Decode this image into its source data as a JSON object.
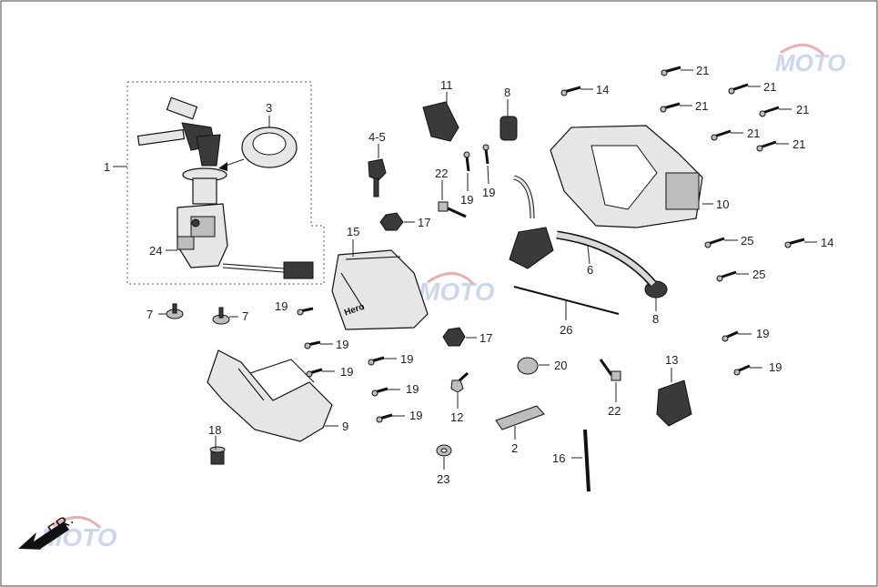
{
  "labels": [
    {
      "id": "1",
      "text": "1"
    },
    {
      "id": "2",
      "text": "2"
    },
    {
      "id": "3",
      "text": "3"
    },
    {
      "id": "4-5",
      "text": "4-5"
    },
    {
      "id": "6",
      "text": "6"
    },
    {
      "id": "7a",
      "text": "7"
    },
    {
      "id": "7b",
      "text": "7"
    },
    {
      "id": "8a",
      "text": "8"
    },
    {
      "id": "8b",
      "text": "8"
    },
    {
      "id": "9",
      "text": "9"
    },
    {
      "id": "10",
      "text": "10"
    },
    {
      "id": "11",
      "text": "11"
    },
    {
      "id": "12",
      "text": "12"
    },
    {
      "id": "13",
      "text": "13"
    },
    {
      "id": "14a",
      "text": "14"
    },
    {
      "id": "14b",
      "text": "14"
    },
    {
      "id": "15",
      "text": "15"
    },
    {
      "id": "16",
      "text": "16"
    },
    {
      "id": "17a",
      "text": "17"
    },
    {
      "id": "17b",
      "text": "17"
    },
    {
      "id": "18",
      "text": "18"
    },
    {
      "id": "19a",
      "text": "19"
    },
    {
      "id": "19b",
      "text": "19"
    },
    {
      "id": "19c",
      "text": "19"
    },
    {
      "id": "19d",
      "text": "19"
    },
    {
      "id": "19e",
      "text": "19"
    },
    {
      "id": "19f",
      "text": "19"
    },
    {
      "id": "19g",
      "text": "19"
    },
    {
      "id": "19h",
      "text": "19"
    },
    {
      "id": "19i",
      "text": "19"
    },
    {
      "id": "19j",
      "text": "19"
    },
    {
      "id": "20",
      "text": "20"
    },
    {
      "id": "21a",
      "text": "21"
    },
    {
      "id": "21b",
      "text": "21"
    },
    {
      "id": "21c",
      "text": "21"
    },
    {
      "id": "21d",
      "text": "21"
    },
    {
      "id": "21e",
      "text": "21"
    },
    {
      "id": "21f",
      "text": "21"
    },
    {
      "id": "22a",
      "text": "22"
    },
    {
      "id": "22b",
      "text": "22"
    },
    {
      "id": "23",
      "text": "23"
    },
    {
      "id": "24",
      "text": "24"
    },
    {
      "id": "25a",
      "text": "25"
    },
    {
      "id": "25b",
      "text": "25"
    },
    {
      "id": "26",
      "text": "26"
    }
  ],
  "direction_label": "FR.",
  "brand_text": "Hero",
  "watermark_text": "MOTO"
}
